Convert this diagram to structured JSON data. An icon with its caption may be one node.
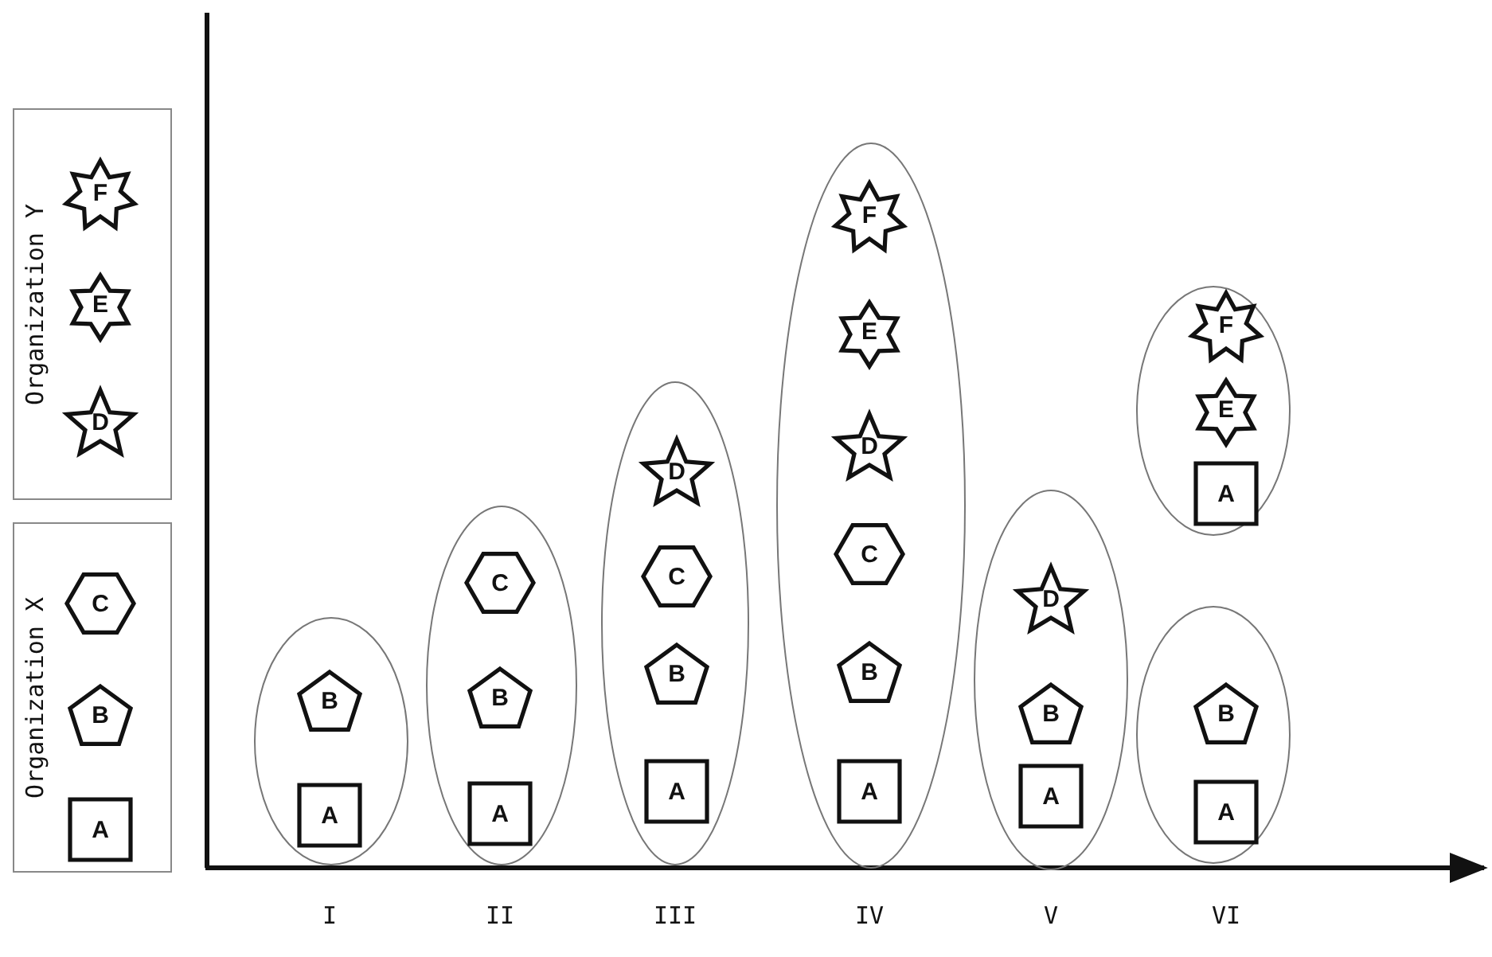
{
  "diagram": {
    "nodes": [
      {
        "text": [
          "Organization Y"
        ]
      },
      {
        "text": [
          "F"
        ],
        "in": 0
      },
      {
        "text": [
          "E"
        ],
        "in": 0
      },
      {
        "text": [
          "D"
        ],
        "in": 0
      },
      {
        "text": [
          "Organization X"
        ]
      },
      {
        "text": [
          "C"
        ],
        "in": 4
      },
      {
        "text": [
          "B"
        ],
        "in": 4
      },
      {
        "text": [
          "A"
        ],
        "in": 4
      },
      {
        "text": [],
        "shape": "ellipse"
      },
      {
        "text": [
          "B"
        ],
        "in": 8
      },
      {
        "text": [
          "A"
        ],
        "in": 8
      },
      {
        "text": [],
        "shape": "ellipse"
      },
      {
        "text": [
          "C"
        ],
        "in": 11
      },
      {
        "text": [
          "B"
        ],
        "in": 11
      },
      {
        "text": [
          "A"
        ],
        "in": 11
      },
      {
        "text": [],
        "shape": "ellipse"
      },
      {
        "text": [
          "D"
        ],
        "in": 15
      },
      {
        "text": [
          "C"
        ],
        "in": 15
      },
      {
        "text": [
          "B"
        ],
        "in": 15
      },
      {
        "text": [
          "A"
        ],
        "in": 15
      },
      {
        "text": [],
        "shape": "ellipse"
      },
      {
        "text": [
          "F"
        ],
        "in": 20
      },
      {
        "text": [
          "E"
        ],
        "in": 20
      },
      {
        "text": [
          "D"
        ],
        "in": 20
      },
      {
        "text": [
          "C"
        ],
        "in": 20
      },
      {
        "text": [
          "B"
        ],
        "in": 20
      },
      {
        "text": [
          "A"
        ],
        "in": 20
      },
      {
        "text": [],
        "shape": "ellipse"
      },
      {
        "text": [
          "D"
        ],
        "in": 27
      },
      {
        "text": [
          "B"
        ],
        "in": 27
      },
      {
        "text": [
          "A"
        ],
        "in": 27
      },
      {
        "text": [],
        "shape": "ellipse"
      },
      {
        "text": [
          "F"
        ],
        "in": 31
      },
      {
        "text": [
          "E"
        ],
        "in": 31
      },
      {
        "text": [
          "A"
        ],
        "in": 31
      },
      {
        "text": [],
        "shape": "ellipse"
      },
      {
        "text": [
          "B"
        ],
        "in": 35
      },
      {
        "text": [
          "A"
        ],
        "in": 35
      }
    ],
    "labels": [
      "I",
      "II",
      "III",
      "IV",
      "V",
      "VI"
    ]
  }
}
